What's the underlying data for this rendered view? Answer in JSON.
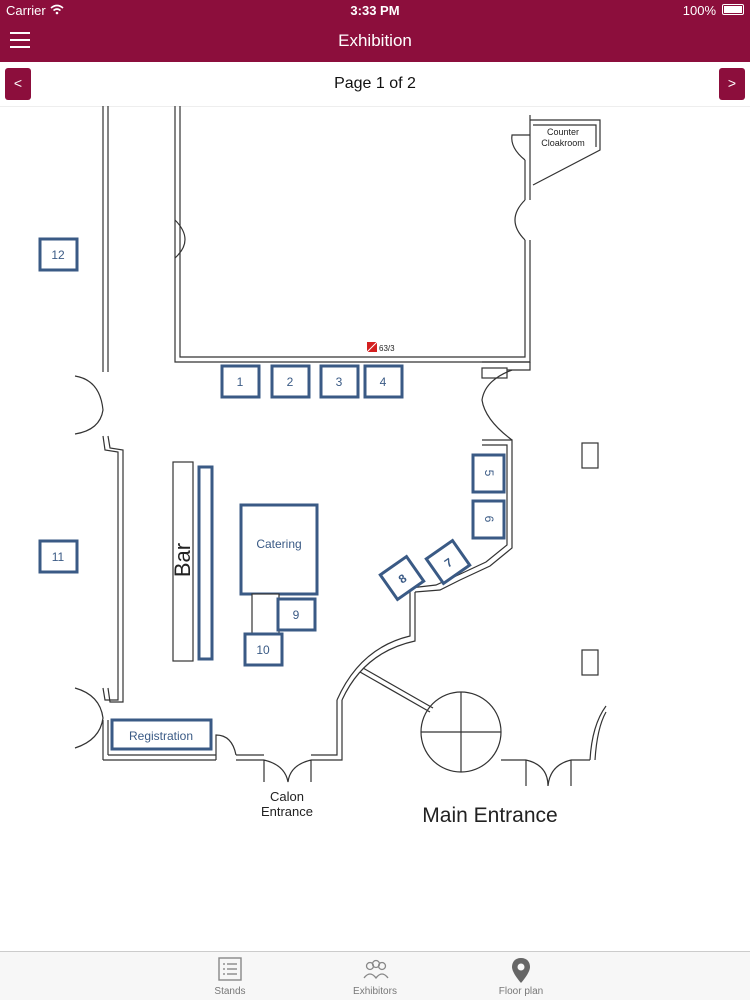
{
  "status": {
    "carrier": "Carrier",
    "time": "3:33 PM",
    "battery": "100%"
  },
  "nav": {
    "title": "Exhibition"
  },
  "pager": {
    "prev": "<",
    "next": ">",
    "label": "Page 1 of 2"
  },
  "floorplan": {
    "stands": [
      "1",
      "2",
      "3",
      "4",
      "5",
      "6",
      "7",
      "8",
      "9",
      "10",
      "11",
      "12"
    ],
    "catering": "Catering",
    "bar": "Bar",
    "registration": "Registration",
    "counter": "Counter",
    "cloakroom": "Cloakroom",
    "room_code": "63/3",
    "calon": "Calon",
    "calon_entrance": "Entrance",
    "main_entrance": "Main Entrance"
  },
  "tabs": [
    {
      "label": "Stands",
      "icon": "list-icon"
    },
    {
      "label": "Exhibitors",
      "icon": "people-icon"
    },
    {
      "label": "Floor plan",
      "icon": "location-pin-icon"
    }
  ]
}
